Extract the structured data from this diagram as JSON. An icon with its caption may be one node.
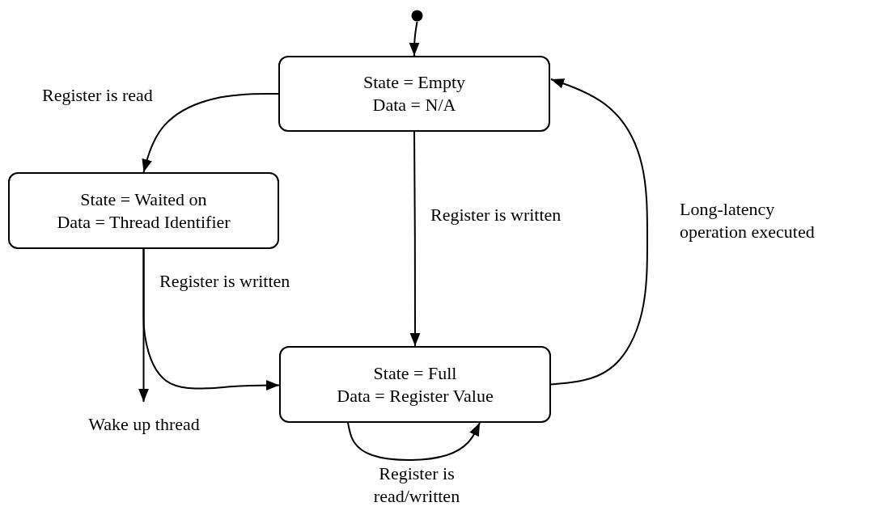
{
  "diagram": {
    "nodes": [
      {
        "text": [],
        "shape": "circle"
      },
      {
        "text": [
          "State = Empty",
          "Data = N/A"
        ]
      },
      {
        "text": [
          "State = Waited on",
          "Data = Thread Identifier"
        ]
      },
      {
        "text": [
          "State = Full",
          "Data = Register Value"
        ]
      },
      {
        "text": [
          "Wake up thread"
        ]
      }
    ],
    "edges": [
      {
        "from": 0,
        "to": 1,
        "arrow": "to"
      },
      {
        "from": 1,
        "to": 2,
        "arrow": "to",
        "label": "Register is read"
      },
      {
        "from": 1,
        "to": 3,
        "arrow": "to",
        "label": "Register is written"
      },
      {
        "from": 2,
        "to": 3,
        "arrow": "to",
        "label": "Register is written"
      },
      {
        "from": 2,
        "to": 4,
        "arrow": "to"
      },
      {
        "from": 3,
        "to": 1,
        "arrow": "to",
        "label": "Long-latency operation executed"
      },
      {
        "from": 3,
        "to": 3,
        "arrow": "to",
        "label": "Register is read/written"
      }
    ]
  }
}
